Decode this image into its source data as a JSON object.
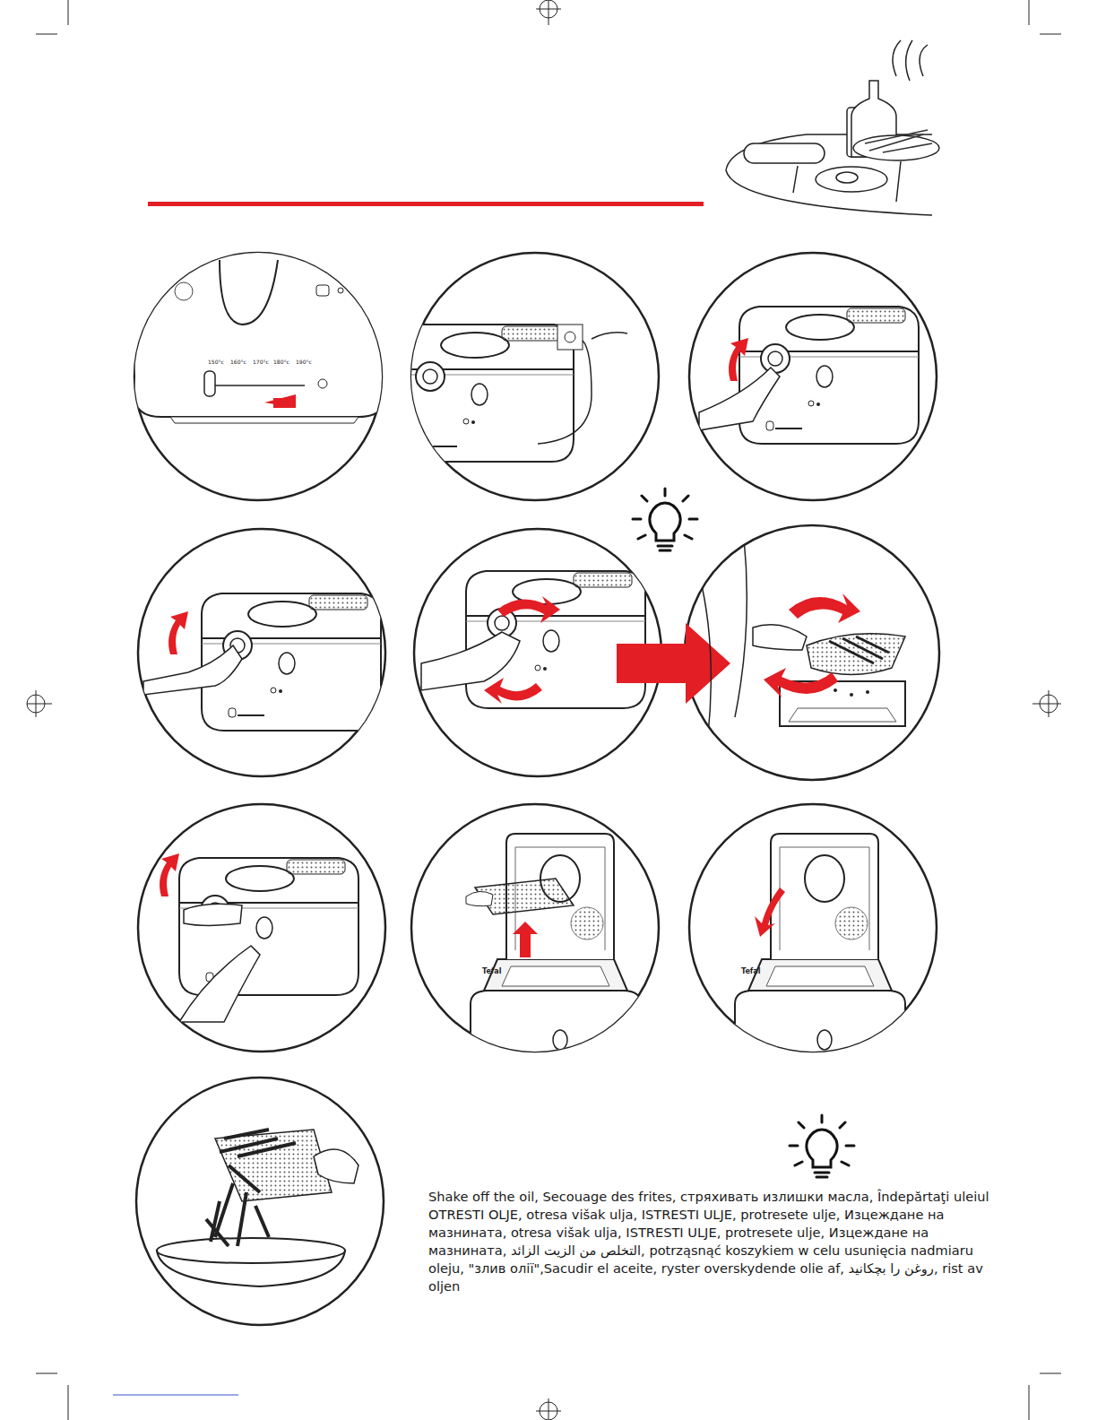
{
  "diagram": {
    "labels": [
      "150°c",
      "160°c",
      "170°c",
      "180°c",
      "190°c",
      "Tefal",
      "Tefal",
      "Shake off the oil, Secouage des frites, стряхивать излишки масла, Îndepărtaţi uleiul OTRESTI OLJE, otresa višak ulja, ISTRESTI ULJE, protresete ulje, Изцеждане на мазнината, otresa višak ulja, ISTRESTI ULJE, protresete ulje, Изцеждане на мазнината, التخلص من الزيت الزائد, potrząsnąć koszykiem w celu usunięcia nadmiaru oleju, \"злив олії\",Sacudir el aceite, ryster overskydende olie af, روغن را بچکانید, rist av oljen"
    ]
  }
}
